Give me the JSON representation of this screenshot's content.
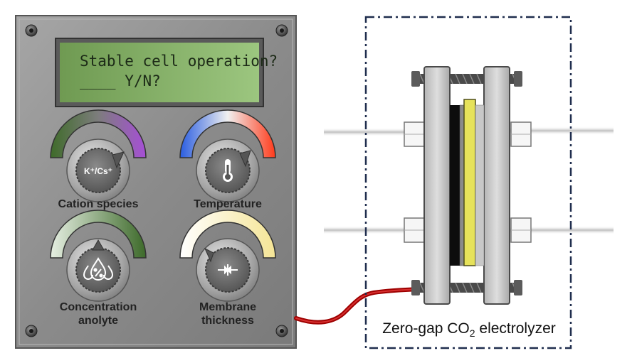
{
  "display": {
    "line1": "Stable cell operation?",
    "line2": "____ Y/N?"
  },
  "knobs": [
    {
      "label_lines": [
        "Cation species"
      ],
      "icon_text": "K⁺/Cs⁺",
      "icon": "cation-icon"
    },
    {
      "label_lines": [
        "Temperature"
      ],
      "icon_text": "",
      "icon": "thermometer-icon"
    },
    {
      "label_lines": [
        "Concentration",
        "anolyte"
      ],
      "icon_text": "",
      "icon": "drops-percent-icon"
    },
    {
      "label_lines": [
        "Membrane",
        "thickness"
      ],
      "icon_text": "",
      "icon": "compress-arrows-icon"
    }
  ],
  "electrolyzer": {
    "caption_prefix": "Zero-gap CO",
    "caption_subscript": "2",
    "caption_suffix": " electrolyzer"
  },
  "colors": {
    "panel": "#8e8e8e",
    "lcd": "#8cb870",
    "cable": "#b00000",
    "frame": "#1f2d4d",
    "membrane": "#e6e25a"
  }
}
